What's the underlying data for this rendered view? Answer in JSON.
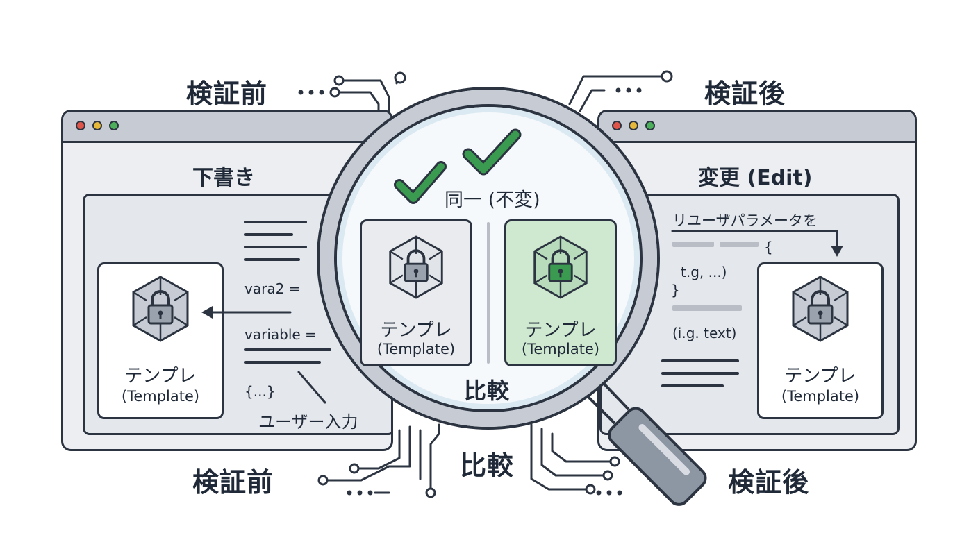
{
  "labels": {
    "before_top": "検証前",
    "after_top": "検証後",
    "before_bottom": "検証前",
    "after_bottom": "検証後",
    "compare_bottom": "比較"
  },
  "left_window": {
    "title": "下書き",
    "code_lines": [
      "vara2 =",
      "variable =",
      "{...}"
    ],
    "user_input_label": "ユーザー入力",
    "card": {
      "line1": "テンプレ",
      "line2": "(Template)"
    }
  },
  "right_window": {
    "title": "変更 (Edit)",
    "note": "リユーザパラメータを",
    "code_lines": [
      "{",
      "t.g, ...)",
      "}",
      "(i.g. text)"
    ],
    "card": {
      "line1": "テンプレ",
      "line2": "(Template)"
    }
  },
  "magnifier": {
    "header": "同一 (不変)",
    "left_card": {
      "line1": "テンプレ",
      "line2": "(Template)"
    },
    "right_card": {
      "line1": "テンプレ",
      "line2": "(Template)"
    },
    "footer": "比較"
  },
  "colors": {
    "outline": "#2b3440",
    "window_bg": "#eceef2",
    "titlebar": "#c7ccd4",
    "check_green": "#3a9a50",
    "highlight_green": "#cfe8d0",
    "lock_green": "#3a9a50",
    "dot_red": "#e0554a",
    "dot_yellow": "#e6b93a",
    "dot_green": "#4caf5a"
  },
  "icons": [
    "lock-hexagon-icon",
    "checkmark-icon",
    "magnifying-glass-icon",
    "arrow-icon"
  ]
}
